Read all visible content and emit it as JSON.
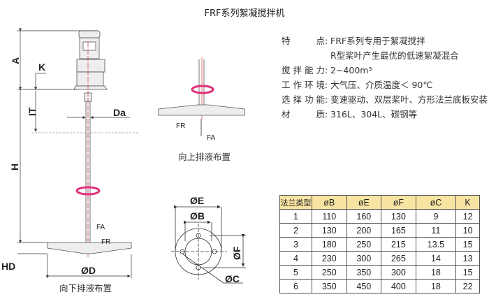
{
  "title": "FRF系列絮凝搅拌机",
  "specs": [
    {
      "label": "特点",
      "value": "FRF系列专用于絮凝搅拌"
    },
    {
      "label": "",
      "value": "R型桨叶产生最优的低速絮凝混合"
    },
    {
      "label": "搅拌能力",
      "value": "2~400m³"
    },
    {
      "label": "工作环境",
      "value": "大气压、介质温度＜ 90℃"
    },
    {
      "label": "选择功能",
      "value": "变速驱动、双层桨叶、方形法兰底板安装"
    },
    {
      "label": "材质",
      "value": "316L、304L、碳钢等"
    }
  ],
  "diagram": {
    "dims": {
      "A": "A",
      "K": "K",
      "IT": "IT",
      "Da": "Da",
      "H": "H",
      "HD": "HD",
      "D": "ØD",
      "FA": "FA",
      "FR": "FR",
      "E": "ØE",
      "B": "ØB",
      "F": "ØF",
      "C": "ØC"
    },
    "caption_down": "向下排液布置",
    "caption_up": "向上排液布置",
    "accent_color": "#e0307a",
    "axis_color": "#e03030"
  },
  "table": {
    "headers": [
      "法兰类型",
      "øB",
      "øE",
      "øF",
      "øC",
      "K"
    ],
    "rows": [
      [
        "1",
        "110",
        "160",
        "130",
        "9",
        "12"
      ],
      [
        "2",
        "130",
        "200",
        "165",
        "11",
        "10"
      ],
      [
        "3",
        "180",
        "250",
        "215",
        "13.5",
        "15"
      ],
      [
        "4",
        "230",
        "300",
        "265",
        "14",
        "13"
      ],
      [
        "5",
        "250",
        "350",
        "300",
        "18",
        "15"
      ],
      [
        "6",
        "350",
        "450",
        "400",
        "18",
        "22"
      ]
    ]
  }
}
